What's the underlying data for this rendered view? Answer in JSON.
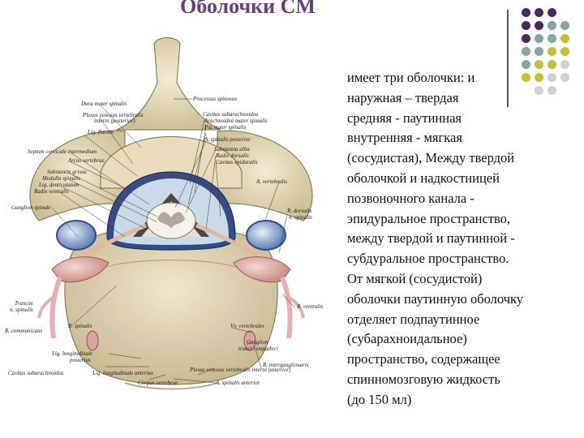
{
  "slide": {
    "title": "Оболочки СМ",
    "text_lines": [
      "имеет три  оболочки: и",
      "наружная – твердая",
      " средняя - паутинная",
      "внутренняя - мягкая",
      "(сосудистая), Между твердой",
      "оболочкой и надкостницей",
      "позвоночного канала -",
      "эпидуральное пространство,",
      "между твердой и паутинной -",
      "субдуральное пространство.",
      " От мягкой (сосудистой)",
      "оболочки паутинную оболочку",
      "отделяет подпаутинное",
      "(субарахноидальное)",
      "пространство, содержащее",
      "спинномозговую жидкость",
      "(до 150 мл)"
    ]
  },
  "figure": {
    "labels_left": [
      "Dura mater spinalis",
      "Plexus venosus vertebralis",
      "internі (posterior)",
      "Lig. flavum",
      "Septum cervicale intermedium",
      "Arcus vertebrae",
      "Substantia grisea",
      "Medulla spinalis",
      "Lig. denticulatum",
      "Radix ventralis",
      "Ganglion spinale",
      "Truncus",
      "n. spinalis",
      "R. communicans",
      "R. spinalis",
      "Lig. longitudinale",
      "posterius",
      "Cavitas subarachnoidea",
      "Lig. longitudinale anterius"
    ],
    "labels_top": [
      "Processus spinosus",
      "Cavitas subarachnoidea",
      "Arachnoidea mater spinalis",
      "Pia mater spinalis",
      "A. spinalis posterior",
      "Substantia alba",
      "Radix dorsalis",
      "Cavitas epiduralis",
      "A. vertebralis",
      "R. dorsalis",
      "n. spinalis",
      "R. ventralis"
    ],
    "labels_bottom": [
      "Vv. vertebrales",
      "Ganglion",
      "trunci sympathici",
      "R. interganglionaris",
      "Plexus venosus vertebralis interni (anterior)",
      "A. spinalis anterior",
      "Corpus vertebrae"
    ]
  },
  "decor_colors": {
    "purple": "#4a2a5e",
    "teal": "#8aa3a3",
    "olive": "#c3be3a",
    "grey": "#d0d0d0"
  }
}
